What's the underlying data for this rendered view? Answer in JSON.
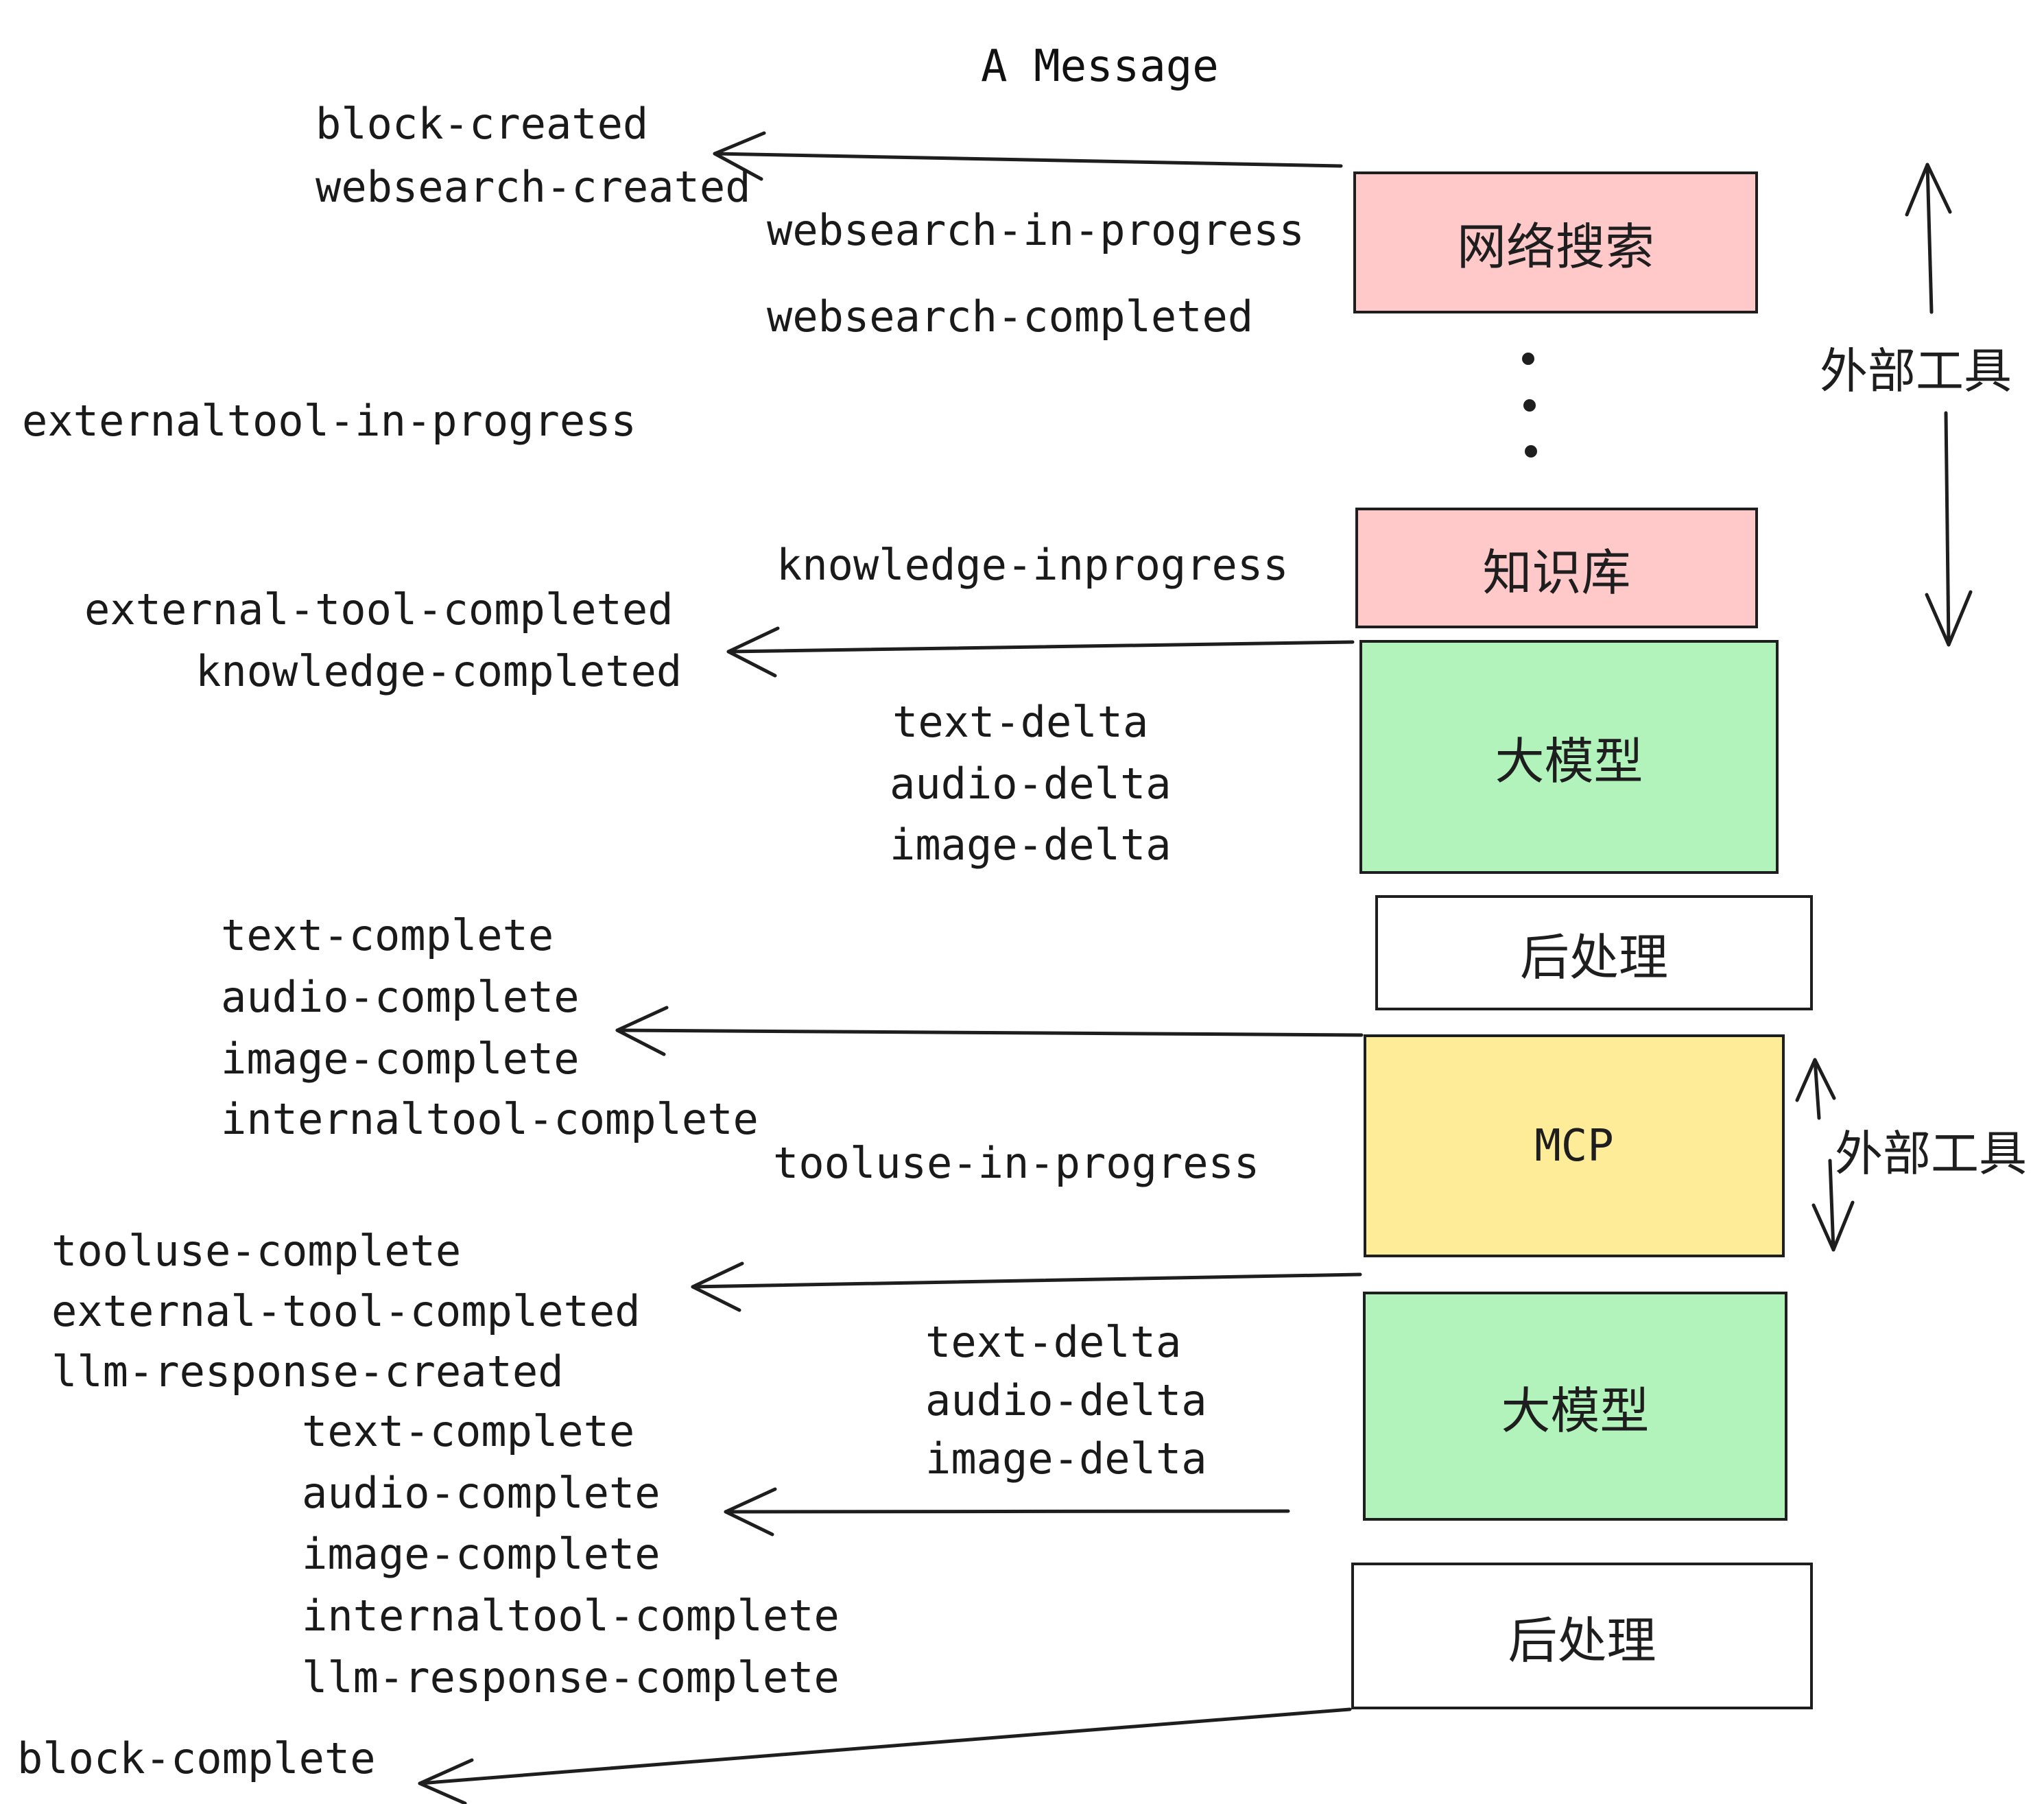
{
  "title": "A Message",
  "colors": {
    "ink": "#1e1e1e",
    "pink": "#ffc9c9",
    "green": "#b2f2bb",
    "yellow": "#ffec99",
    "white": "#ffffff"
  },
  "events": [
    {
      "id": "block-created",
      "text": "block-created"
    },
    {
      "id": "websearch-created",
      "text": "websearch-created"
    },
    {
      "id": "websearch-in-progress",
      "text": "websearch-in-progress"
    },
    {
      "id": "websearch-completed",
      "text": "websearch-completed"
    },
    {
      "id": "externaltool-in-progress",
      "text": "externaltool-in-progress"
    },
    {
      "id": "knowledge-inprogress",
      "text": "knowledge-inprogress"
    },
    {
      "id": "external-tool-completed-1",
      "text": "external-tool-completed"
    },
    {
      "id": "knowledge-completed",
      "text": "knowledge-completed"
    },
    {
      "id": "text-delta-1",
      "text": "text-delta"
    },
    {
      "id": "audio-delta-1",
      "text": "audio-delta"
    },
    {
      "id": "image-delta-1",
      "text": "image-delta"
    },
    {
      "id": "text-complete-1",
      "text": "text-complete"
    },
    {
      "id": "audio-complete-1",
      "text": "audio-complete"
    },
    {
      "id": "image-complete-1",
      "text": "image-complete"
    },
    {
      "id": "internaltool-complete-1",
      "text": "internaltool-complete"
    },
    {
      "id": "tooluse-in-progress",
      "text": "tooluse-in-progress"
    },
    {
      "id": "tooluse-complete",
      "text": "tooluse-complete"
    },
    {
      "id": "external-tool-completed-2",
      "text": "external-tool-completed"
    },
    {
      "id": "llm-response-created",
      "text": "llm-response-created"
    },
    {
      "id": "text-complete-2",
      "text": "text-complete"
    },
    {
      "id": "audio-complete-2",
      "text": "audio-complete"
    },
    {
      "id": "image-complete-2",
      "text": "image-complete"
    },
    {
      "id": "internaltool-complete-2",
      "text": "internaltool-complete"
    },
    {
      "id": "llm-response-complete",
      "text": "llm-response-complete"
    },
    {
      "id": "block-complete",
      "text": "block-complete"
    }
  ],
  "nodes": [
    {
      "id": "websearch",
      "label": "网络搜索",
      "color": "pink"
    },
    {
      "id": "knowledge",
      "label": "知识库",
      "color": "pink"
    },
    {
      "id": "llm-1",
      "label": "大模型",
      "color": "green"
    },
    {
      "id": "postprocess-1",
      "label": "后处理",
      "color": "white"
    },
    {
      "id": "mcp",
      "label": "MCP",
      "color": "yellow"
    },
    {
      "id": "llm-2",
      "label": "大模型",
      "color": "green"
    },
    {
      "id": "postprocess-2",
      "label": "后处理",
      "color": "white"
    }
  ],
  "side_labels": [
    {
      "id": "external-tools-top",
      "text": "外部工具"
    },
    {
      "id": "external-tools-mcp",
      "text": "外部工具"
    }
  ]
}
